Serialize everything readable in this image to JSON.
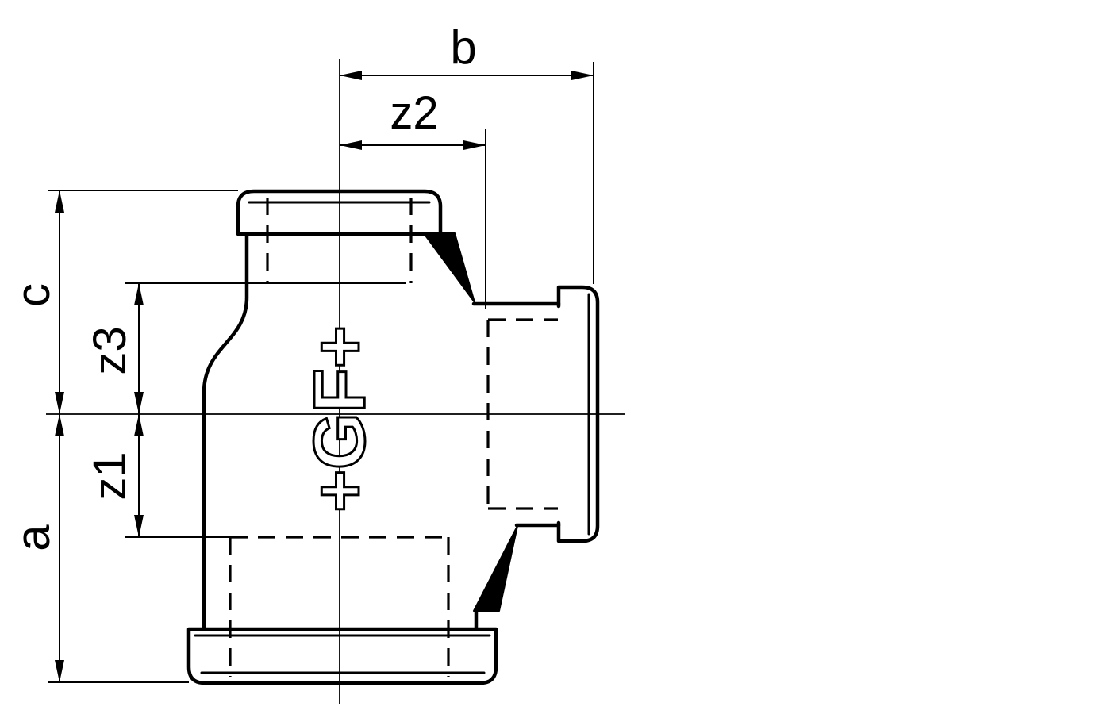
{
  "drawing": {
    "background": "#ffffff",
    "line_color": "#000000"
  },
  "labels": {
    "b": "b",
    "z2": "z2",
    "c": "c",
    "z3": "z3",
    "z1": "z1",
    "a": "a"
  },
  "logo": {
    "text": "+GF+"
  }
}
